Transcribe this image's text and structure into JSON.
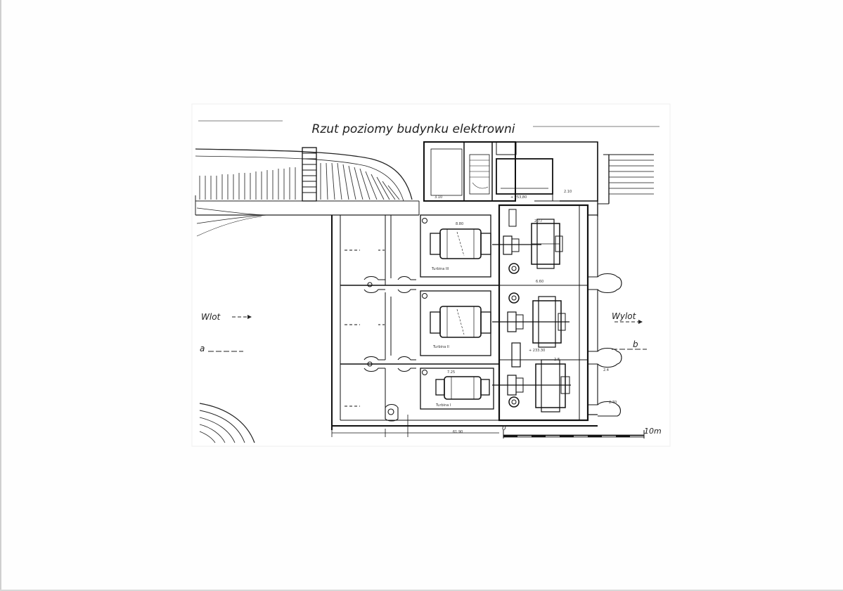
{
  "drawing": {
    "title": "Rzut poziomy budynku elektrowni",
    "inlet_label": "Wlot",
    "outlet_label": "Wylot",
    "section_a": "a",
    "section_b": "b",
    "scale_zero": "0",
    "scale_end": "10m",
    "turbines": [
      "Turbina III",
      "Turbina II",
      "Turbina I"
    ]
  }
}
